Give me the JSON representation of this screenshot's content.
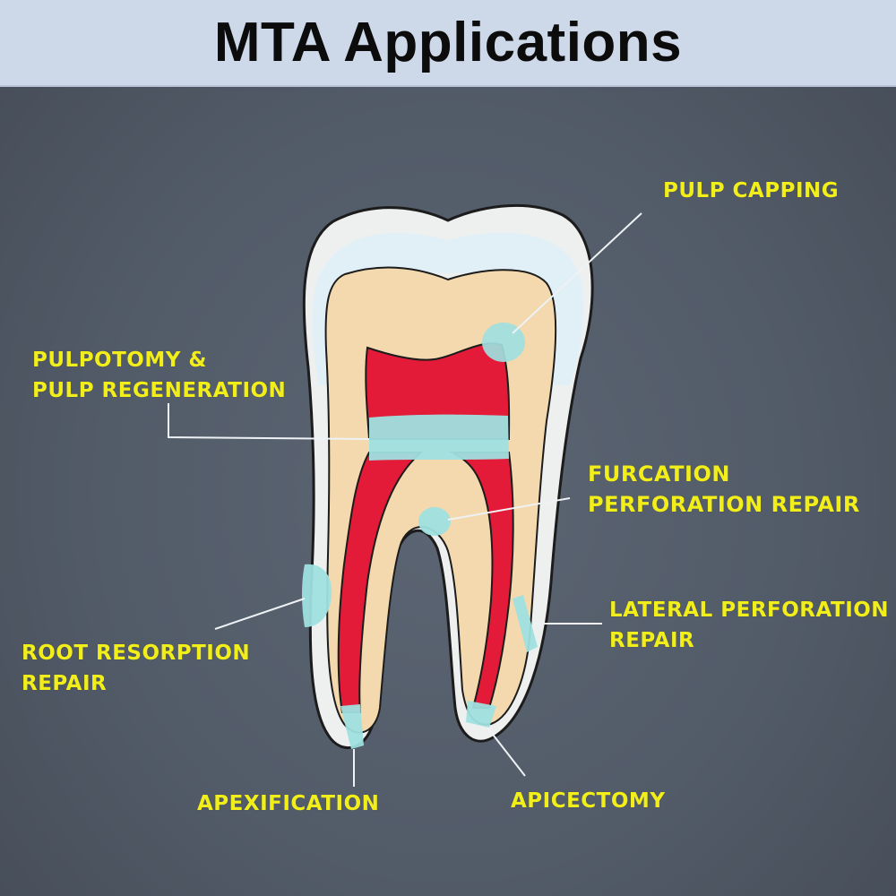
{
  "title": "MTA Applications",
  "colors": {
    "header_bg": "#cdd8e8",
    "background": "#525b68",
    "label": "#f2ee1a",
    "enamel": "#f1efe6",
    "dentin": "#f3d9ad",
    "pulp": "#e31b39",
    "mta": "#9fe0df",
    "leader_line": "#eef2f5"
  },
  "labels": {
    "pulp_capping": [
      "PULP CAPPING"
    ],
    "pulpotomy": [
      "PULPOTOMY &",
      "PULP REGENERATION"
    ],
    "furcation": [
      "FURCATION",
      "PERFORATION REPAIR"
    ],
    "lateral": [
      "LATERAL PERFORATION",
      "REPAIR"
    ],
    "root_resorption": [
      "ROOT RESORPTION",
      "REPAIR"
    ],
    "apexification": [
      "APEXIFICATION"
    ],
    "apicectomy": [
      "APICECTOMY"
    ]
  }
}
